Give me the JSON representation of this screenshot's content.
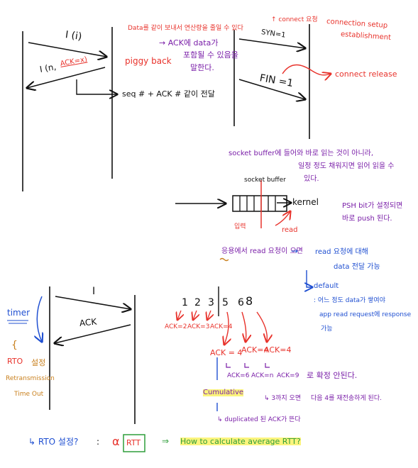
{
  "top_left": {
    "msg1": "I (i)",
    "msg2_prefix": "I (n,",
    "msg2_ack": "ACK=x)",
    "note_line1": "Data를 같이 보내서 연산량을 줄일 수 있다",
    "note_line2": "→ ACK에 data가",
    "note_line3": "포함될 수 있음을",
    "note_line4": "말한다.",
    "piggyback": "piggy back",
    "seq_ack": "seq # + ACK # 같이 전달"
  },
  "top_right": {
    "connect_note": "↑ connect 요청",
    "setup_line1": "connection setup",
    "setup_line2": "establishment",
    "syn": "SYN=1",
    "fin": "FIN =1",
    "release": "connect release"
  },
  "socket": {
    "note_line1": "socket buffer에 들어와 바로 읽는 것이 아니라,",
    "note_line2": "일정 정도 채워지면 읽어 읽을 수",
    "note_line3": "있다.",
    "buffer_label": "socket buffer",
    "kernel": "kernel",
    "arrival": "입력",
    "read": "read",
    "psh_line1": "PSH bit가 설정되면",
    "psh_line2": "바로 push 된다.",
    "app_request": "응용에서 read 요청이 오면",
    "arrow": "→",
    "read_req_line1": "read 요청에 대해",
    "read_req_line2": "data 전달 가능",
    "default": "default",
    "default_desc_line1": ": 어느 정도 data가 쌓여야",
    "default_desc_line2": "app read request에 response",
    "default_desc_line3": "가능"
  },
  "bottom_left": {
    "msg": "I",
    "ack": "ACK",
    "timer": "timer",
    "brace": "{",
    "rto": "RTO",
    "rto_set": "설정",
    "retrans_line1": "Retransmission",
    "retrans_line2": "Time Out"
  },
  "ack_section": {
    "seq_numbers": [
      "1",
      "2",
      "3",
      "5",
      "6",
      "8"
    ],
    "acks_left": [
      "ACK=2",
      "ACK=3",
      "ACK=4"
    ],
    "ack4": "ACK = 4",
    "ack4b": "ACK=4",
    "ack4c": "ACK=4",
    "acks_future": [
      "ACK=6",
      "ACK=n",
      "ACK=9"
    ],
    "future_note": "로 확정 안된다.",
    "cumulative": "Cumulative",
    "cumulative_note_prefix": "↳ 3까지 오면",
    "cumulative_note_suffix": "다음 4를 재전송하게 된다.",
    "duplicated": "↳ duplicated 된 ACK가 뜬다",
    "default_arrow": "↳"
  },
  "bottom": {
    "rto_q": "↳ RTO 설정?",
    "colon": ":",
    "alpha": "α",
    "rtt": "RTT",
    "arrow": "⇒",
    "how": "How to calculate average RTT?"
  },
  "colors": {
    "black": "#111111",
    "red": "#e8322b",
    "purple": "#7a1fa8",
    "blue": "#1f4fd1",
    "orange": "#c9801e",
    "green": "#2f9e3a",
    "highlight": "#faf050"
  }
}
